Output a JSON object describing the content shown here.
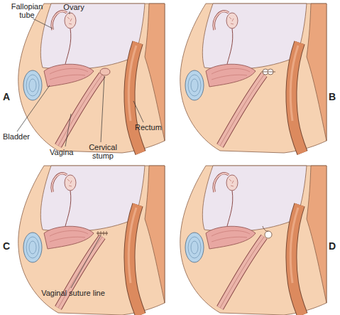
{
  "diagram": {
    "labels": [
      "Fallopian tube",
      "Ovary",
      "A",
      "Bladder",
      "Vagina",
      "Cervical stump",
      "Rectum",
      "B",
      "C",
      "Vaginal suture line",
      "D"
    ]
  }
}
